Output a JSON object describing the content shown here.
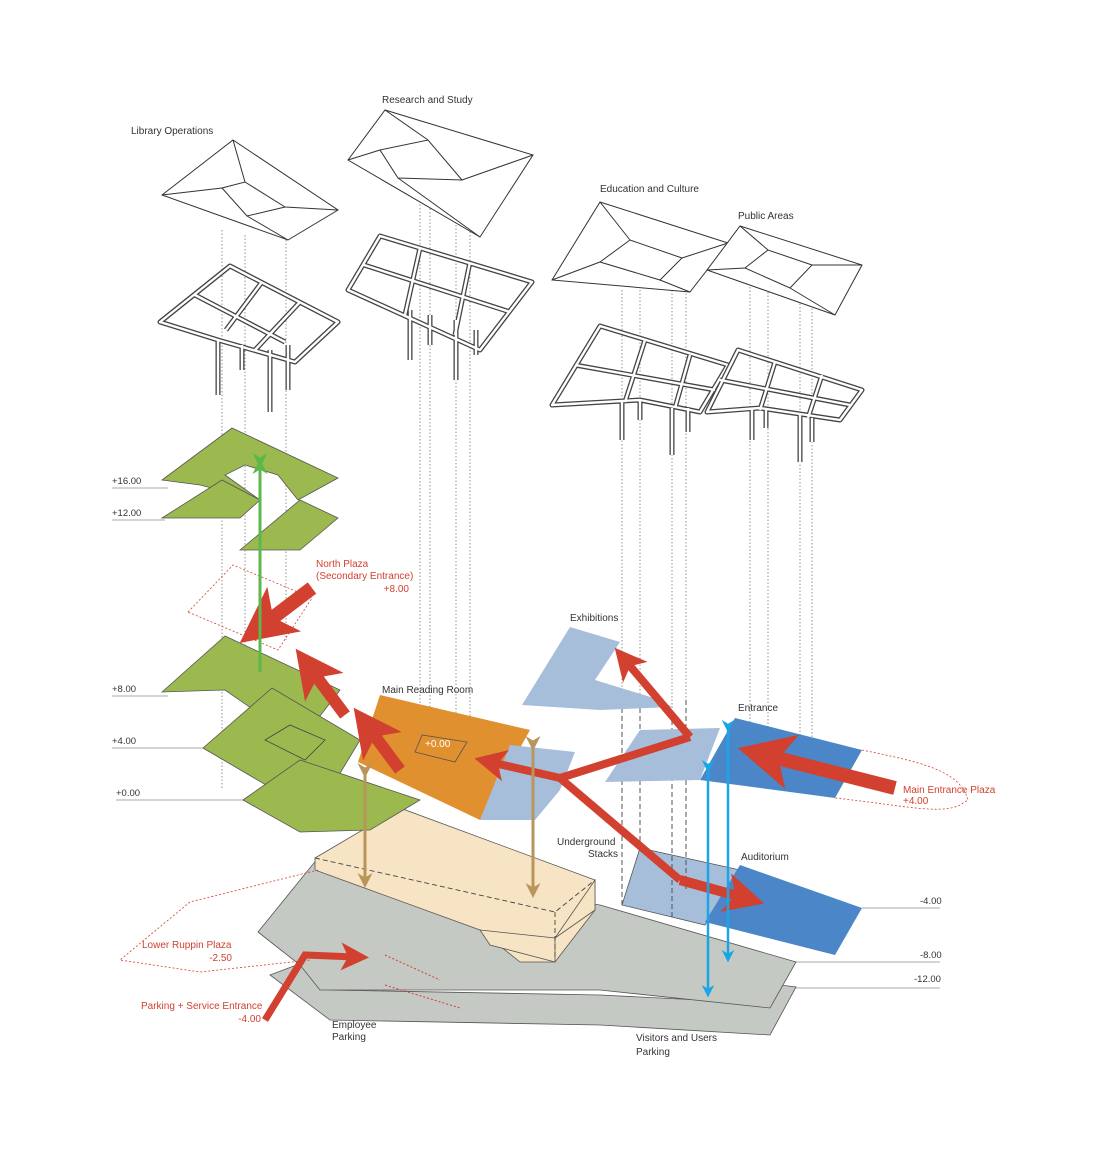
{
  "zones": {
    "library_operations": "Library Operations",
    "research_and_study": "Research and Study",
    "education_and_culture": "Education and Culture",
    "public_areas": "Public Areas"
  },
  "levels": [
    "+16.00",
    "+12.00",
    "+8.00",
    "+4.00",
    "+0.00",
    "-4.00",
    "-8.00",
    "-12.00"
  ],
  "spaces": {
    "main_reading_room": "Main Reading Room",
    "reading_room_level": "+0.00",
    "exhibitions": "Exhibitions",
    "entrance": "Entrance",
    "underground_line1": "Underground",
    "underground_line2": "Stacks",
    "auditorium": "Auditorium",
    "employee_line1": "Employee",
    "employee_line2": "Parking",
    "visitors_line1": "Visitors and Users",
    "visitors_line2": "Parking"
  },
  "entrances": {
    "north_plaza": {
      "line1": "North Plaza",
      "line2": "(Secondary Entrance)",
      "level": "+8.00"
    },
    "main_entrance_plaza": {
      "line1": "Main Entrance Plaza",
      "level": "+4.00"
    },
    "lower_ruppin_plaza": {
      "line1": "Lower Ruppin Plaza",
      "level": "-2.50"
    },
    "parking_service": {
      "line1": "Parking + Service Entrance",
      "level": "-4.00"
    }
  },
  "colors": {
    "circulation": "#d2402f",
    "library_floors": "#9cb94f",
    "reading_room": "#e0902e",
    "public_light": "#a7bedb",
    "public_dark": "#4a86c8",
    "stacks": "#f7e4c4",
    "parking": "#c5c9c3",
    "vertical_green": "#5cb84a",
    "vertical_tan": "#b8955a",
    "vertical_blue": "#1aa6e6"
  }
}
